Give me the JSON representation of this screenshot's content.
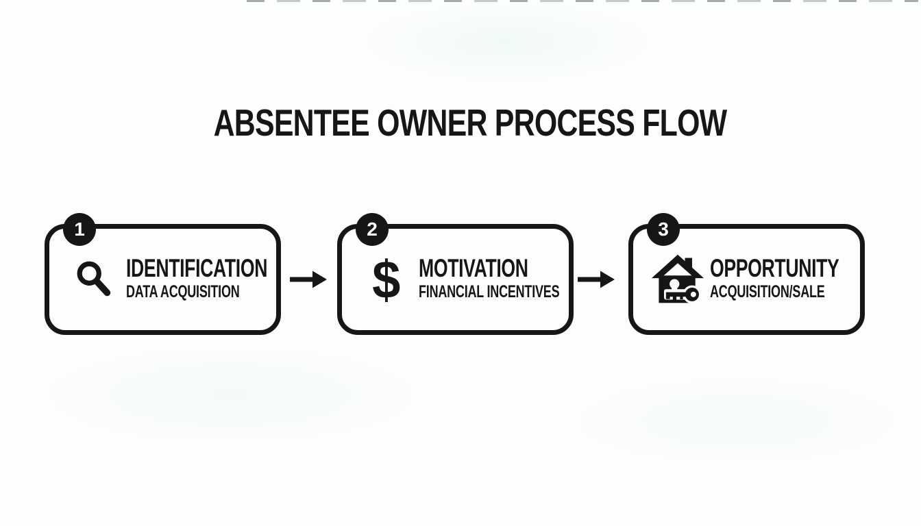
{
  "title": "ABSENTEE OWNER PROCESS FLOW",
  "colors": {
    "ink": "#161616",
    "background": "#fcfdfd",
    "badge_text": "#ffffff"
  },
  "steps": [
    {
      "number": "1",
      "icon": "magnifier-icon",
      "title": "IDENTIFICATION",
      "subtitle": "DATA ACQUISITION"
    },
    {
      "number": "2",
      "icon": "dollar-icon",
      "icon_glyph": "$",
      "title": "MOTIVATION",
      "subtitle": "FINANCIAL INCENTIVES"
    },
    {
      "number": "3",
      "icon": "house-key-icon",
      "title": "OPPORTUNITY",
      "subtitle": "ACQUISITION/SALE"
    }
  ],
  "connectors": [
    {
      "icon": "arrow-right-icon"
    },
    {
      "icon": "arrow-right-icon"
    }
  ]
}
